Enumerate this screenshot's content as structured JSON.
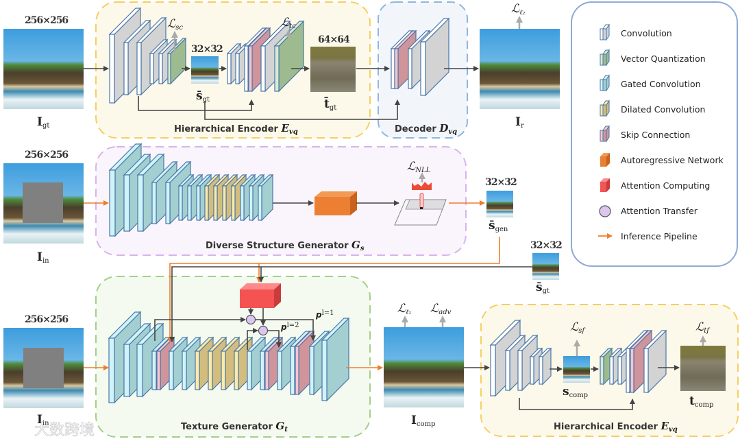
{
  "modules": {
    "encoder_top": {
      "title": "Hierarchical Encoder",
      "symbol": "E",
      "sub": "vq"
    },
    "decoder": {
      "title": "Decoder",
      "symbol": "D",
      "sub": "vq"
    },
    "structure_gen": {
      "title": "Diverse Structure Generator",
      "symbol": "G",
      "sub": "s"
    },
    "texture_gen": {
      "title": "Texture Generator",
      "symbol": "G",
      "sub": "t"
    },
    "encoder_bottom": {
      "title": "Hierarchical Encoder",
      "symbol": "E",
      "sub": "vq"
    }
  },
  "images": {
    "I_gt": {
      "size": "256×256",
      "symbol": "I",
      "sub": "gt"
    },
    "s_gt_top": {
      "size": "32×32",
      "symbol": "s̄",
      "sub": "gt"
    },
    "t_gt": {
      "size": "64×64",
      "symbol": "t̄",
      "sub": "gt"
    },
    "I_r": {
      "symbol": "I",
      "sub": "r"
    },
    "I_in_mid": {
      "size": "256×256",
      "symbol": "I",
      "sub": "in"
    },
    "s_gen": {
      "size": "32×32",
      "symbol": "s̄",
      "sub": "gen"
    },
    "s_gt_mid": {
      "size": "32×32",
      "symbol": "s̄",
      "sub": "gt"
    },
    "I_in_bottom": {
      "size": "256×256",
      "symbol": "I",
      "sub": "in"
    },
    "I_comp": {
      "symbol": "I",
      "sub": "comp"
    },
    "s_comp": {
      "symbol": "s",
      "sub": "comp"
    },
    "t_comp": {
      "symbol": "t",
      "sub": "comp"
    }
  },
  "losses": {
    "sc": {
      "symbol": "ℒ",
      "sub": "sc"
    },
    "tc": {
      "symbol": "ℒ",
      "sub": "tc"
    },
    "l2": {
      "symbol": "ℒ",
      "sub": "ℓ₂"
    },
    "nll": {
      "symbol": "ℒ",
      "sub": "NLL"
    },
    "l1": {
      "symbol": "ℒ",
      "sub": "ℓ₁"
    },
    "adv": {
      "symbol": "ℒ",
      "sub": "adv"
    },
    "sf": {
      "symbol": "ℒ",
      "sub": "sf"
    },
    "tf": {
      "symbol": "ℒ",
      "sub": "tf"
    }
  },
  "attention_labels": {
    "p1": {
      "symbol": "p",
      "sup": "l=1"
    },
    "p2": {
      "symbol": "p",
      "sup": "l=2"
    }
  },
  "legend": {
    "items": [
      {
        "icon": "convolution-icon",
        "label": "Convolution",
        "color": "#d3d3d3"
      },
      {
        "icon": "vector-quantization-icon",
        "label": "Vector Quantization",
        "color": "#9dbb8f"
      },
      {
        "icon": "gated-convolution-icon",
        "label": "Gated Convolution",
        "color": "#a3cfd1"
      },
      {
        "icon": "dilated-convolution-icon",
        "label": "Dilated Convolution",
        "color": "#d2bd7f"
      },
      {
        "icon": "skip-connection-icon",
        "label": "Skip Connection",
        "color": "#cf959b"
      },
      {
        "icon": "autoregressive-network-icon",
        "label": "Autoregressive Network",
        "color": "#e97f33"
      },
      {
        "icon": "attention-computing-icon",
        "label": "Attention Computing",
        "color": "#f25555"
      },
      {
        "icon": "attention-transfer-icon",
        "label": "Attention Transfer",
        "color": "#dcc6ef"
      },
      {
        "icon": "inference-pipeline-icon",
        "label": "Inference Pipeline",
        "color": "#f07d2a"
      }
    ]
  },
  "watermark": "大数跨境",
  "colors": {
    "encoder_bg": "#fdf9ea",
    "encoder_border": "#f5cf63",
    "decoder_bg": "#f2f6fb",
    "decoder_border": "#8fb7dc",
    "structure_bg": "#faf5fc",
    "structure_border": "#d7b4ee",
    "texture_bg": "#f4faef",
    "texture_border": "#a5cf8a",
    "legend_border": "#8eaad6",
    "inference": "#f07d2a"
  }
}
